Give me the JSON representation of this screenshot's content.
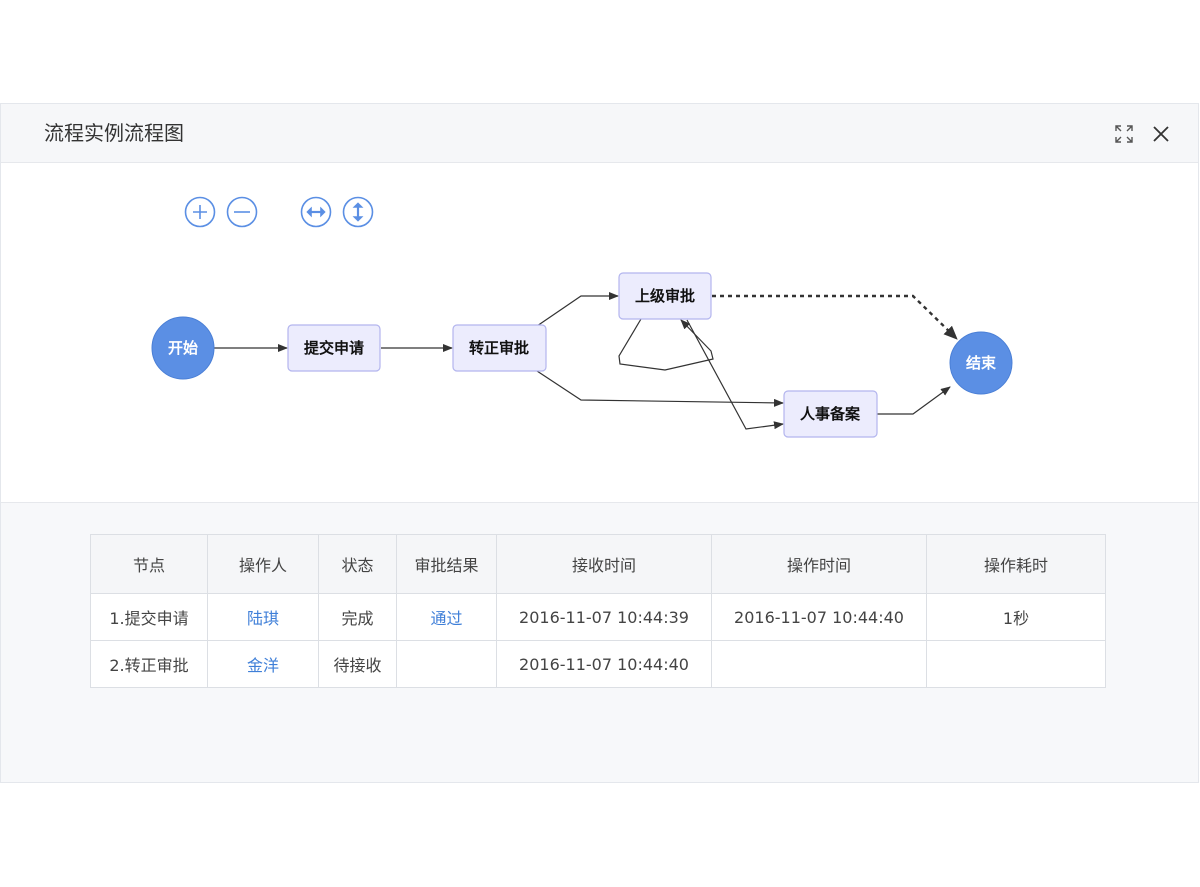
{
  "dialog": {
    "title": "流程实例流程图",
    "actions": {
      "fullscreen_icon": "fullscreen-icon",
      "close_icon": "close-icon"
    }
  },
  "zoom_controls": [
    {
      "name": "zoom-in-icon"
    },
    {
      "name": "zoom-out-icon"
    },
    {
      "name": "fit-width-icon"
    },
    {
      "name": "fit-height-icon"
    }
  ],
  "flow": {
    "colors": {
      "circle": "#5b8fe4",
      "node_fill": "#ececfd",
      "node_stroke": "#b3b5ee",
      "edge": "#333333"
    },
    "nodes": {
      "start": "开始",
      "submit": "提交申请",
      "regularize": "转正审批",
      "superior": "上级审批",
      "hr": "人事备案",
      "end": "结束"
    }
  },
  "table": {
    "headers": [
      "节点",
      "操作人",
      "状态",
      "审批结果",
      "接收时间",
      "操作时间",
      "操作耗时"
    ],
    "rows": [
      {
        "node": "1.提交申请",
        "operator": "陆琪",
        "status": "完成",
        "result": "通过",
        "received": "2016-11-07 10:44:39",
        "operated": "2016-11-07 10:44:40",
        "duration": "1秒"
      },
      {
        "node": "2.转正审批",
        "operator": "金洋",
        "status": "待接收",
        "result": "",
        "received": "2016-11-07 10:44:40",
        "operated": "",
        "duration": ""
      }
    ]
  }
}
